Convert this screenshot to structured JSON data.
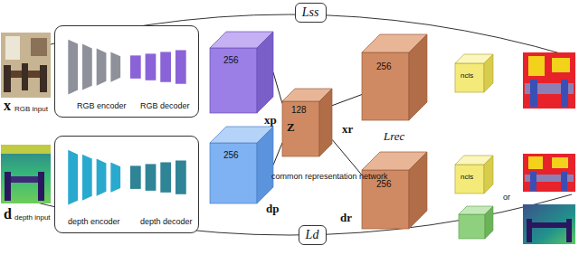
{
  "diagram": {
    "nodes": [
      {
        "text": [
          "Lss"
        ]
      },
      {
        "text": [
          "RGB encoder",
          "RGB decoder"
        ]
      },
      {
        "text": [
          "depth encoder",
          "depth decoder"
        ]
      },
      {
        "text": [
          "256",
          "xp"
        ]
      },
      {
        "text": [
          "256",
          "dp"
        ]
      },
      {
        "text": [
          "Z",
          "128"
        ]
      },
      {
        "text": [
          "256",
          "xr"
        ]
      },
      {
        "text": [
          "256",
          "dr"
        ]
      },
      {
        "text": [
          "ncls"
        ]
      },
      {
        "text": [
          "ncls"
        ]
      },
      {
        "text": [
          "Ld"
        ]
      }
    ],
    "edges": [
      {
        "from": 3,
        "to": 5,
        "arrow": "none"
      },
      {
        "from": 4,
        "to": 5,
        "arrow": "none"
      },
      {
        "from": 5,
        "to": 6,
        "arrow": "none"
      },
      {
        "from": 5,
        "to": 7,
        "arrow": "none"
      }
    ],
    "labels": [
      "x",
      "RGB input",
      "d",
      "depth input",
      "common representation network",
      "Lrec",
      "or"
    ]
  }
}
